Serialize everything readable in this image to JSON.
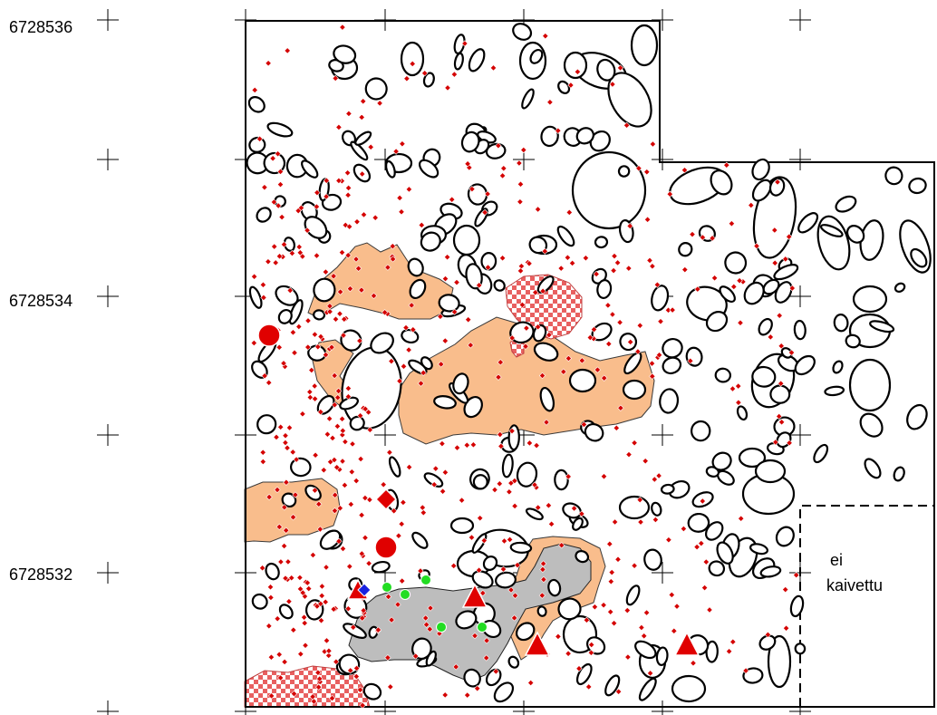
{
  "northing_labels": [
    "6728536",
    "6728534",
    "6728532"
  ],
  "unexcavated_label": [
    "ei",
    "kaivettu"
  ],
  "colors": {
    "soil_orange": "#f9bd8c",
    "soil_grey": "#bdbdbd",
    "checker_red": "#e85a5a",
    "find_red": "#e00000",
    "find_blue": "#1a22e0",
    "find_green": "#22dd22",
    "stone_outline": "#000000"
  },
  "symbols": {
    "small_finds": "red-diamond-dot-icon",
    "large_red_circle": "red-circle-icon",
    "large_red_triangle": "red-triangle-icon",
    "large_red_diamond": "red-diamond-icon",
    "blue_diamond": "blue-diamond-icon",
    "green_circle": "green-circle-icon"
  }
}
